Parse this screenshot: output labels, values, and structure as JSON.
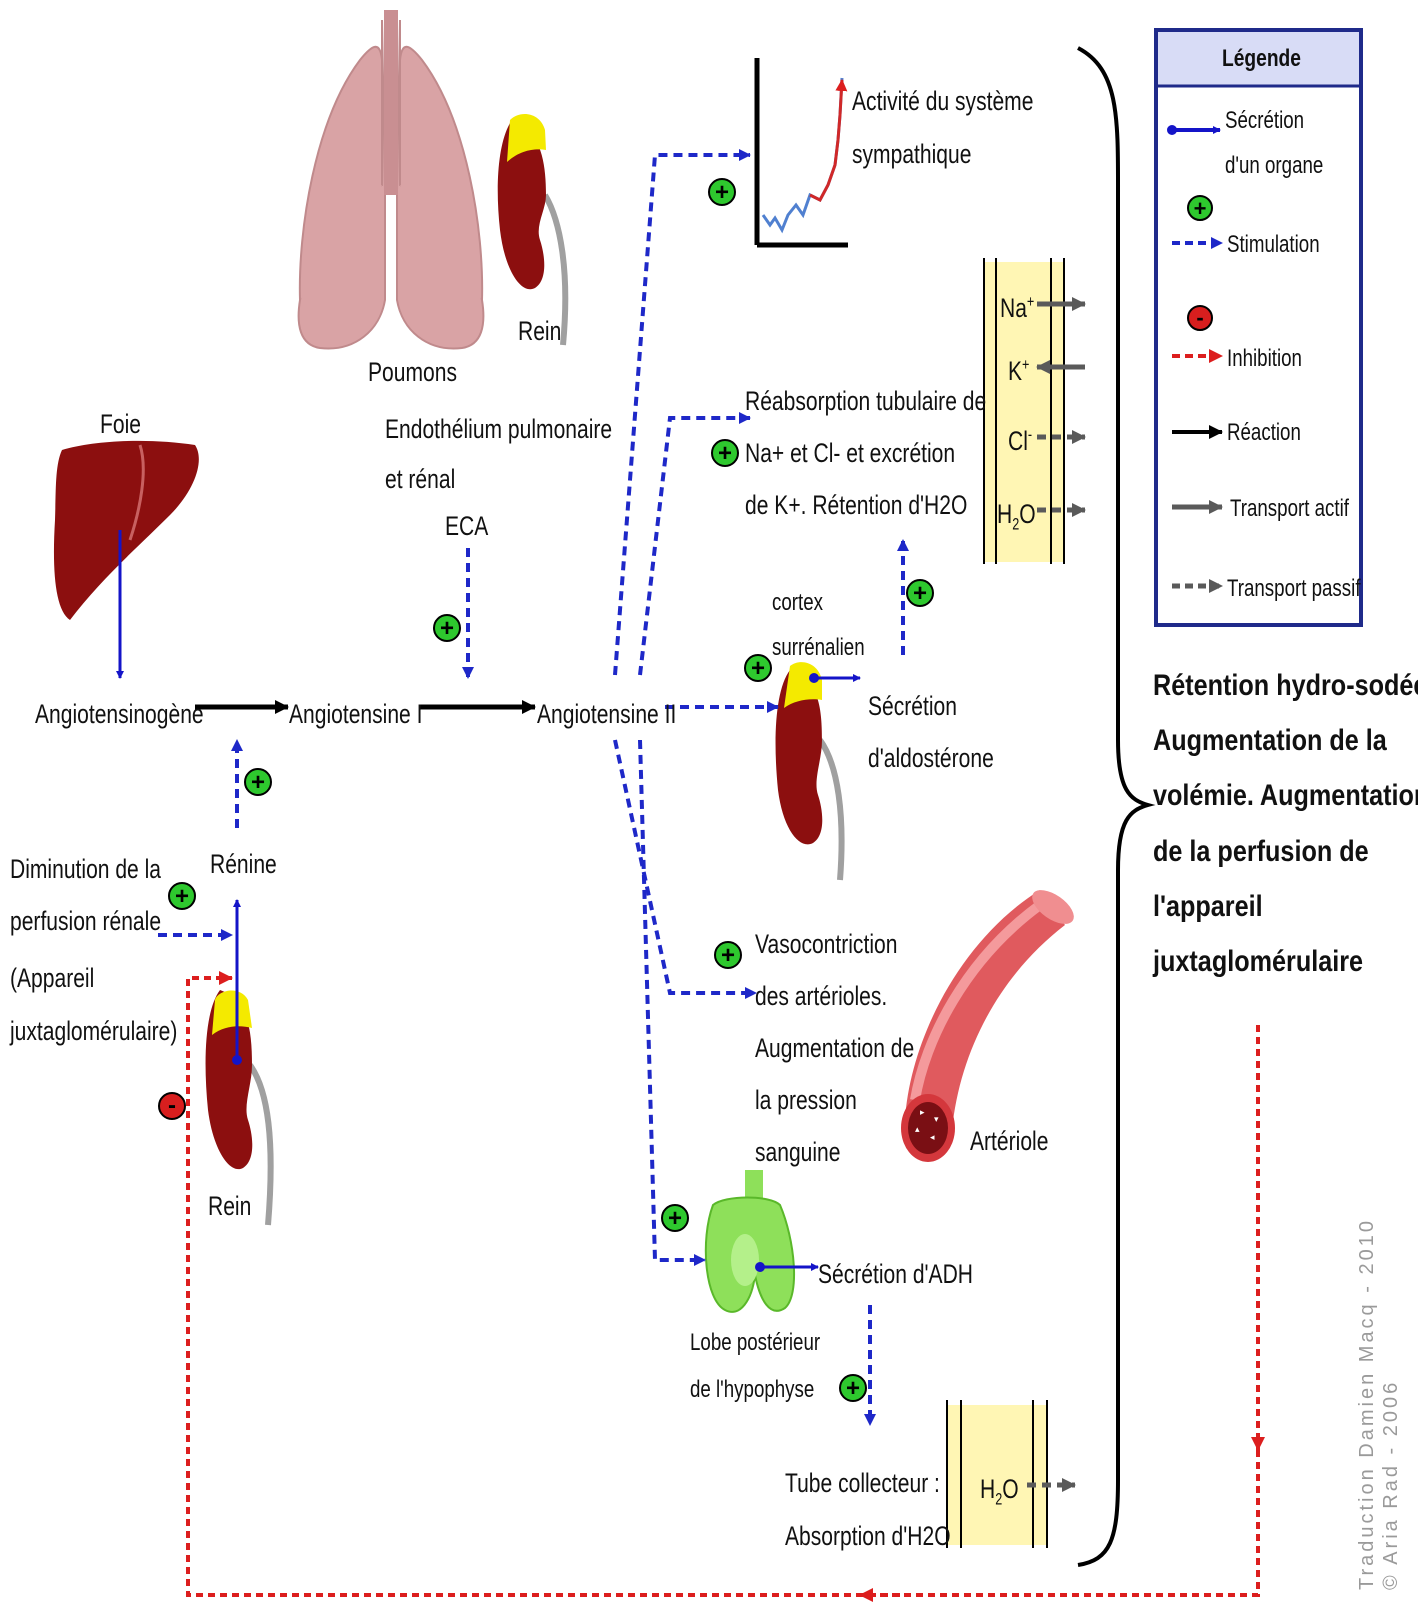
{
  "labels": {
    "foie": "Foie",
    "poumons": "Poumons",
    "rein_top": "Rein",
    "endothelium_1": "Endothélium pulmonaire",
    "endothelium_2": "et rénal",
    "eca": "ECA",
    "angiotensinogene": "Angiotensinogène",
    "angiotensine1": "Angiotensine I",
    "angiotensine2": "Angiotensine II",
    "renine": "Rénine",
    "diminution_1": "Diminution de la",
    "diminution_2": "perfusion rénale",
    "diminution_3": "(Appareil",
    "diminution_4": "juxtaglomérulaire)",
    "rein_bottom": "Rein",
    "sympa_1": "Activité du système",
    "sympa_2": "sympathique",
    "reabs_1": "Réabsorption tubulaire de",
    "reabs_2": "Na+ et Cl- et excrétion",
    "reabs_3": "de K+. Rétention d'H2O",
    "cortex_1": "cortex",
    "cortex_2": "surrénalien",
    "aldo_1": "Sécrétion",
    "aldo_2": "d'aldostérone",
    "vaso_1": "Vasocontriction",
    "vaso_2": "des artérioles.",
    "vaso_3": "Augmentation de",
    "vaso_4": "la pression",
    "vaso_5": "sanguine",
    "arteriole": "Artériole",
    "adh": "Sécrétion d'ADH",
    "lobe_1": "Lobe postérieur",
    "lobe_2": "de l'hypophyse",
    "tube_1": "Tube collecteur :",
    "tube_2": "Absorption d'H2O",
    "ion_na": "Na",
    "ion_na_charge": "+",
    "ion_k": "K",
    "ion_k_charge": "+",
    "ion_cl": "Cl",
    "ion_cl_charge": "-",
    "ion_h": "H",
    "ion_h_sub": "2",
    "ion_o": "O",
    "result": [
      "Rétention hydro-sodée.",
      "Augmentation de la",
      "volémie. Augmentation",
      "de la perfusion de",
      "l'appareil",
      "juxtaglomérulaire"
    ]
  },
  "legend": {
    "title": "Légende",
    "secretion_1": "Sécrétion",
    "secretion_2": "d'un organe",
    "stimulation": "Stimulation",
    "inhibition": "Inhibition",
    "reaction": "Réaction",
    "transport_actif": "Transport actif",
    "transport_passif": "Transport passif"
  },
  "credit": {
    "line1": "Traduction Damien Macq - 2010",
    "line2": "© Aria Rad - 2006"
  },
  "signs": {
    "plus": "+",
    "minus": "-"
  },
  "colors": {
    "secretion_blue": "#1414c8",
    "stimulation_blue": "#1e28c8",
    "inhibition_red": "#dc1e1e",
    "reaction_black": "#000000",
    "transport_grey": "#5a5a5a",
    "plus_green": "#2ec82e",
    "minus_red": "#d81e1e",
    "membrane_yellow": "#fff6b4",
    "organ_red": "#8c0f0f",
    "lung_pink": "#d9a3a5",
    "pituitary_green": "#8ee05a",
    "legend_border": "#1f2a8a"
  }
}
